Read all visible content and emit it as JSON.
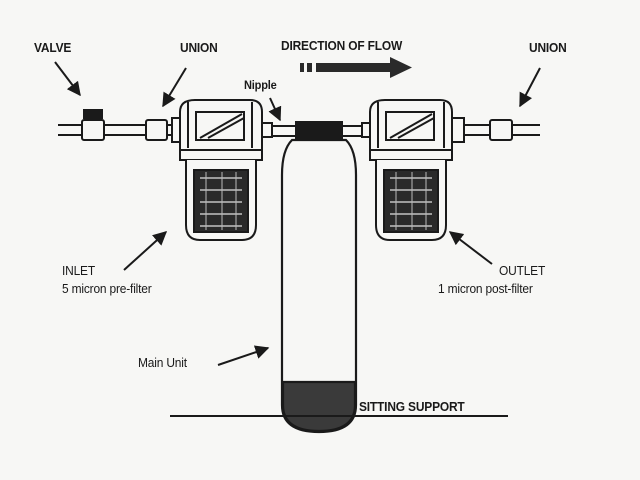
{
  "labels": {
    "valve": "VALVE",
    "union_left": "UNION",
    "direction_of_flow": "DIRECTION OF FLOW",
    "union_right": "UNION",
    "nipple": "Nipple",
    "inlet": "INLET",
    "inlet_desc": "5 micron pre-filter",
    "outlet": "OUTLET",
    "outlet_desc": "1 micron post-filter",
    "main_unit": "Main Unit",
    "sitting_support": "SITTING SUPPORT"
  },
  "colors": {
    "ink": "#1a1a1a",
    "background": "#f7f7f5",
    "tank_base": "#3a3a3a"
  }
}
